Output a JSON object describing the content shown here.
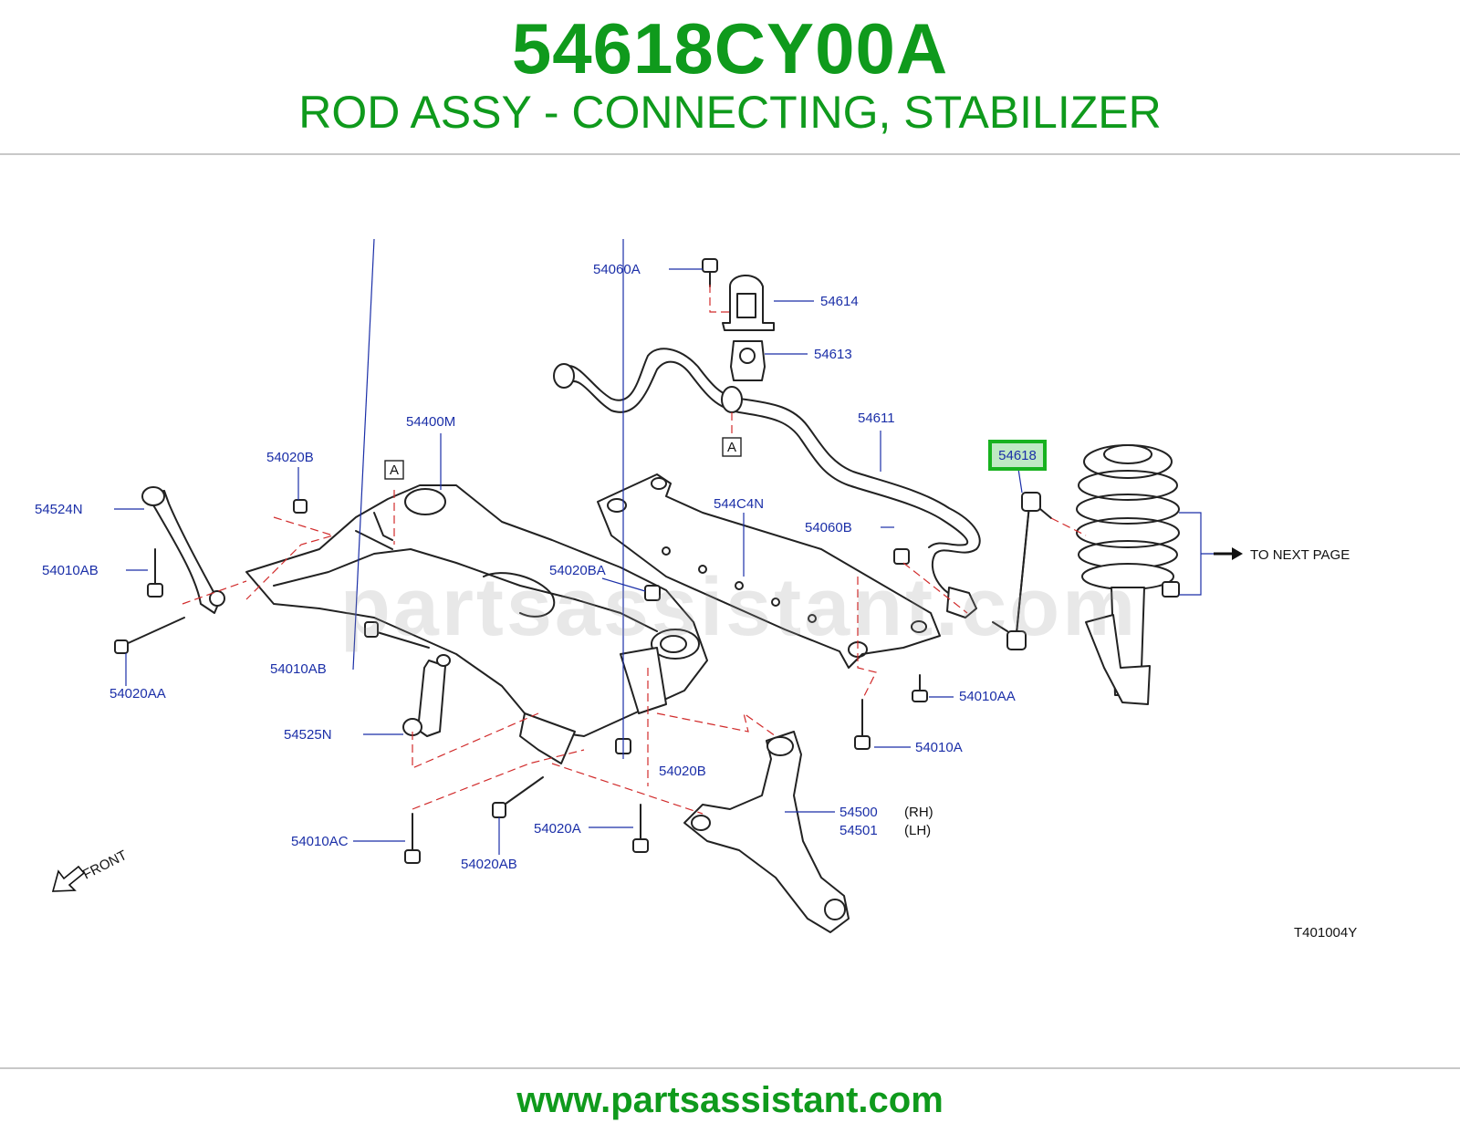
{
  "header": {
    "part_number": "54618CY00A",
    "description": "ROD ASSY - CONNECTING, STABILIZER"
  },
  "diagram": {
    "highlighted_part": "54618",
    "highlight_color": "#17b21f",
    "labels": {
      "p54060A": "54060A",
      "p54614": "54614",
      "p54613": "54613",
      "p54611": "54611",
      "p54618": "54618",
      "p54400M": "54400M",
      "p54020B_top": "54020B",
      "p54524N": "54524N",
      "p54010AB_left": "54010AB",
      "p54020AA": "54020AA",
      "p544C4N": "544C4N",
      "p54060B": "54060B",
      "p54020BA": "54020BA",
      "p54010AB_mid": "54010AB",
      "p54525N": "54525N",
      "p54010AA": "54010AA",
      "p54010A": "54010A",
      "p54020B_bottom": "54020B",
      "p54500": "54500",
      "p54501": "54501",
      "p54010AC": "54010AC",
      "p54020AB": "54020AB",
      "p54020A": "54020A"
    },
    "side_rh": "(RH)",
    "side_lh": "(LH)",
    "ref_mark_a": "A",
    "next_page_text": "TO  NEXT  PAGE",
    "front_text": "FRONT",
    "diagram_code": "T401004Y"
  },
  "watermark": "partsassistant.com",
  "footer": {
    "url": "www.partsassistant.com"
  },
  "colors": {
    "brand_green": "#0f9a1c",
    "label_blue": "#1b2fa8",
    "dash_red": "#d12b2b"
  }
}
